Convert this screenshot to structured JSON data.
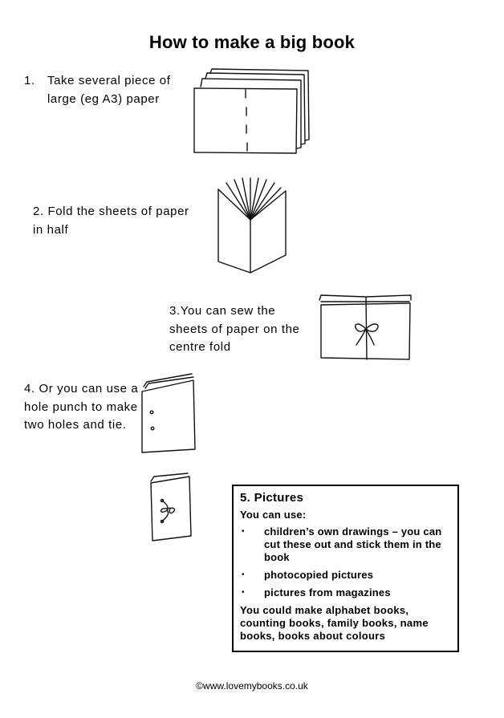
{
  "title": "How to make a big book",
  "steps": {
    "s1": {
      "number": "1.",
      "text": "Take several piece of large (eg A3) paper"
    },
    "s2": {
      "text": "2. Fold the sheets of paper in half"
    },
    "s3": {
      "text": "3.You can sew the sheets of paper on the centre fold"
    },
    "s4": {
      "text": "4. Or you can use a hole punch to make two holes and tie."
    }
  },
  "pictures_box": {
    "title": "5. Pictures",
    "intro": "You can use:",
    "items": [
      "children’s own drawings – you can cut these out and stick them in the book",
      "photocopied pictures",
      "pictures from magazines"
    ],
    "bullet": "•",
    "outro": "You could make alphabet books, counting books, family books, name books, books about colours"
  },
  "footer": "©www.lovemybooks.co.uk"
}
